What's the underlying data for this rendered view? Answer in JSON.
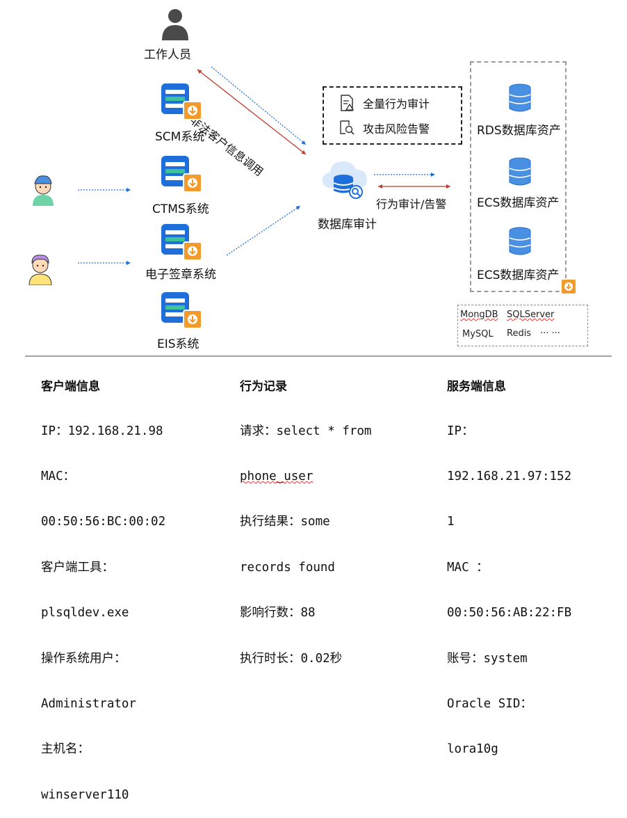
{
  "worker": {
    "label": "工作人员"
  },
  "illegal_call_label": "非法客户信息调用",
  "systems": [
    {
      "label": "SCM系统"
    },
    {
      "label": "CTMS系统"
    },
    {
      "label": "电子签章系统"
    },
    {
      "label": "EIS系统"
    }
  ],
  "features": [
    {
      "label": "全量行为审计",
      "icon": "audit-document-icon"
    },
    {
      "label": "攻击风险告警",
      "icon": "risk-search-icon"
    }
  ],
  "audit": {
    "label": "数据库审计",
    "icon": "cloud-database-audit-icon",
    "arrow_label": "行为审计/告警"
  },
  "databases": [
    {
      "label": "RDS数据库资产"
    },
    {
      "label": "ECS数据库资产"
    },
    {
      "label": "ECS数据库资产"
    }
  ],
  "db_types": [
    "MongDB",
    "SQLServer",
    "MySQL",
    "Redis",
    "··· ···"
  ],
  "colors": {
    "blue": "#1e6fd9",
    "orange": "#f39a2d",
    "red_arrow": "#c0392b",
    "green_stripe": "#3fc29a",
    "db_blue": "#4a90e2"
  },
  "client_info": {
    "title": "客户端信息",
    "lines": [
      "IP：192.168.21.98",
      "MAC：",
      "00:50:56:BC:00:02",
      "客户端工具：",
      "plsqldev.exe",
      "操作系统用户：",
      "Administrator",
      "主机名：",
      "winserver110"
    ]
  },
  "behavior": {
    "title": "行为记录",
    "request_prefix": "请求：select * from",
    "request_cont": "phone_user",
    "lines": [
      "执行结果：some",
      "records found",
      "影响行数：88",
      "执行时长：0.02秒"
    ]
  },
  "server_info": {
    "title": "服务端信息",
    "lines": [
      "IP：",
      "192.168.21.97:152",
      "1",
      "MAC ：",
      "00:50:56:AB:22:FB",
      "账号：system",
      "Oracle SID：",
      "lora10g"
    ]
  }
}
